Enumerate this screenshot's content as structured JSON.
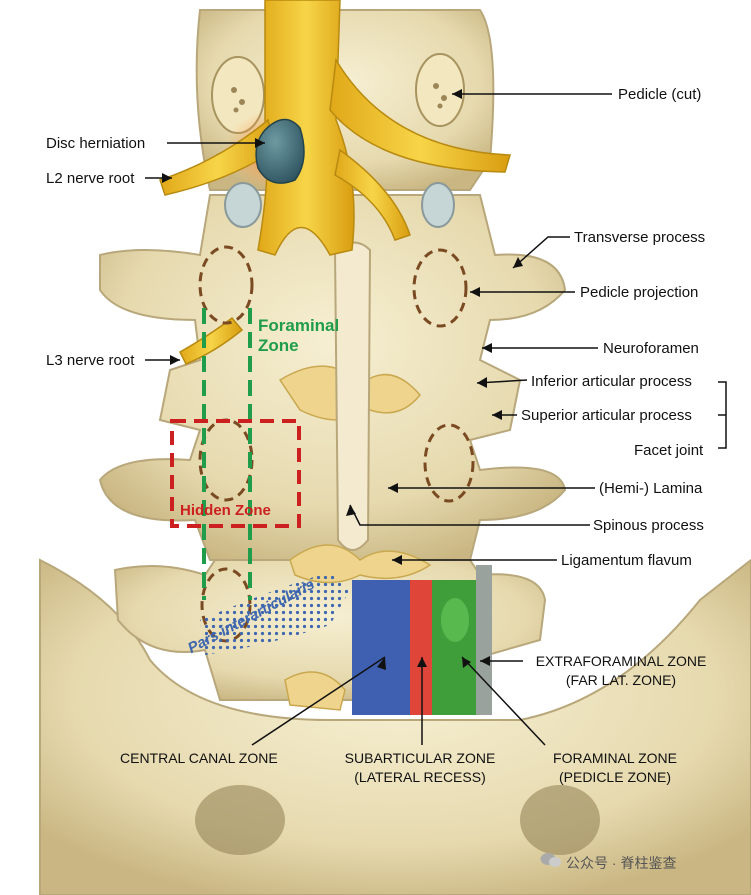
{
  "labels": {
    "pedicle_cut": "Pedicle (cut)",
    "disc_herniation": "Disc herniation",
    "l2_nerve_root": "L2 nerve root",
    "transverse_process": "Transverse process",
    "pedicle_projection": "Pedicle projection",
    "l3_nerve_root": "L3 nerve root",
    "neuroforamen": "Neuroforamen",
    "inferior_articular_process": "Inferior articular process",
    "superior_articular_process": "Superior articular process",
    "facet_joint": "Facet joint",
    "hemi_lamina": "(Hemi-) Lamina",
    "spinous_process": "Spinous process",
    "ligamentum_flavum": "Ligamentum flavum",
    "extraforaminal_zone_1": "EXTRAFORAMINAL ZONE",
    "extraforaminal_zone_2": "(FAR LAT. ZONE)",
    "central_canal_zone": "CENTRAL CANAL ZONE",
    "subarticular_zone_1": "SUBARTICULAR ZONE",
    "subarticular_zone_2": "(LATERAL RECESS)",
    "foraminal_zone_1": "FORAMINAL ZONE",
    "foraminal_zone_2": "(PEDICLE ZONE)"
  },
  "zones": {
    "foraminal_1": "Foraminal",
    "foraminal_2": "Zone",
    "hidden": "Hidden Zone",
    "pars": "Pars interarticularis"
  },
  "watermark": "公众号 · 脊柱鉴查",
  "colors": {
    "bone": "#ece2bd",
    "bone_shadow": "#b8a77a",
    "nerve": "#f2c230",
    "foraminal_green": "#1f9d4a",
    "hidden_red": "#cc1f1f",
    "pars_blue": "#3e67b0",
    "central_blue": "#3f5fb0",
    "subarticular_red": "#e0453a",
    "foraminal_fill_green": "#3f9e3a"
  }
}
